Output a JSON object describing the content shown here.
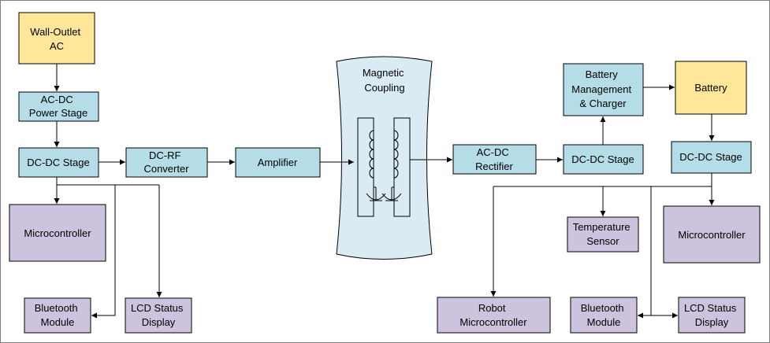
{
  "colors": {
    "yellow": "#FFE699",
    "blue": "#B4DDE8",
    "purple": "#CDC3DE",
    "coupling": "#DAEBF3",
    "stroke": "#000000",
    "frame": "#7F7F7F"
  },
  "labels": {
    "wall_outlet": [
      "Wall-Outlet",
      "AC"
    ],
    "acdc_power": [
      "AC-DC",
      "Power Stage"
    ],
    "dcdc_left": [
      "DC-DC Stage"
    ],
    "dcrf": [
      "DC-RF",
      "Converter"
    ],
    "amplifier": [
      "Amplifier"
    ],
    "micro_left": [
      "Microcontroller"
    ],
    "bt_left": [
      "Bluetooth",
      "Module"
    ],
    "lcd_left": [
      "LCD Status",
      "Display"
    ],
    "coupling": [
      "Magnetic",
      "Coupling"
    ],
    "acdc_rect": [
      "AC-DC",
      "Rectifier"
    ],
    "dcdc_mid": [
      "DC-DC Stage"
    ],
    "battery_mgmt": [
      "Battery",
      "Management",
      "& Charger"
    ],
    "battery": [
      "Battery"
    ],
    "dcdc_right": [
      "DC-DC Stage"
    ],
    "temp_sensor": [
      "Temperature",
      "Sensor"
    ],
    "micro_right": [
      "Microcontroller"
    ],
    "robot_micro": [
      "Robot",
      "Microcontroller"
    ],
    "bt_right": [
      "Bluetooth",
      "Module"
    ],
    "lcd_right": [
      "LCD Status",
      "Display"
    ]
  }
}
